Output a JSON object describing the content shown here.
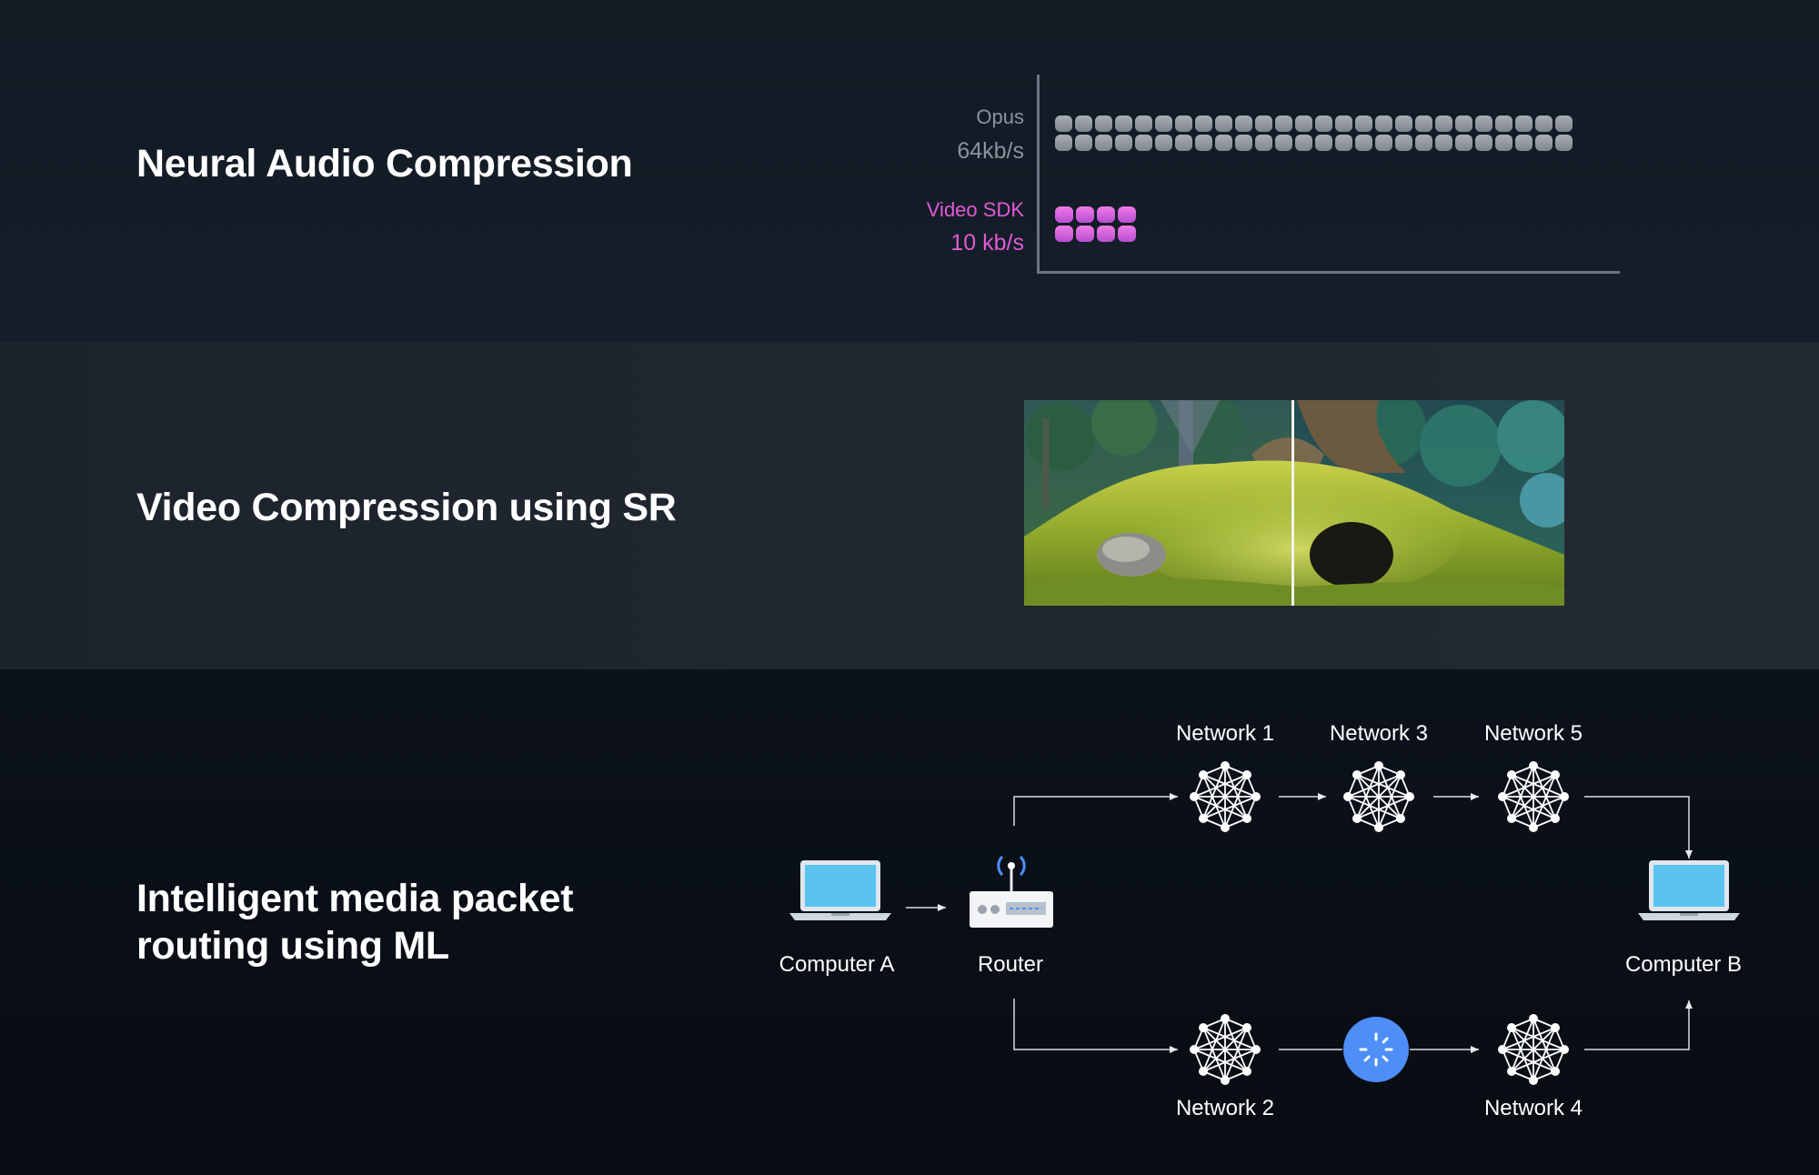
{
  "sections": {
    "audio": {
      "title": "Neural Audio Compression"
    },
    "video": {
      "title": "Video Compression using SR"
    },
    "routing": {
      "title": "Intelligent media packet routing using ML"
    }
  },
  "audio_chart": {
    "opus": {
      "name": "Opus",
      "rate": "64kb/s",
      "dot_count": 52,
      "color": "#9aa0a6"
    },
    "video_sdk": {
      "name": "Video SDK",
      "rate": "10 kb/s",
      "dot_count": 8,
      "color": "#e15ad8"
    }
  },
  "routing": {
    "computer_a": "Computer A",
    "router": "Router",
    "computer_b": "Computer B",
    "network_1": "Network 1",
    "network_2": "Network 2",
    "network_3": "Network 3",
    "network_4": "Network 4",
    "network_5": "Network 5",
    "accent_color": "#4e8ef7",
    "laptop_color": "#5bc3ef"
  }
}
